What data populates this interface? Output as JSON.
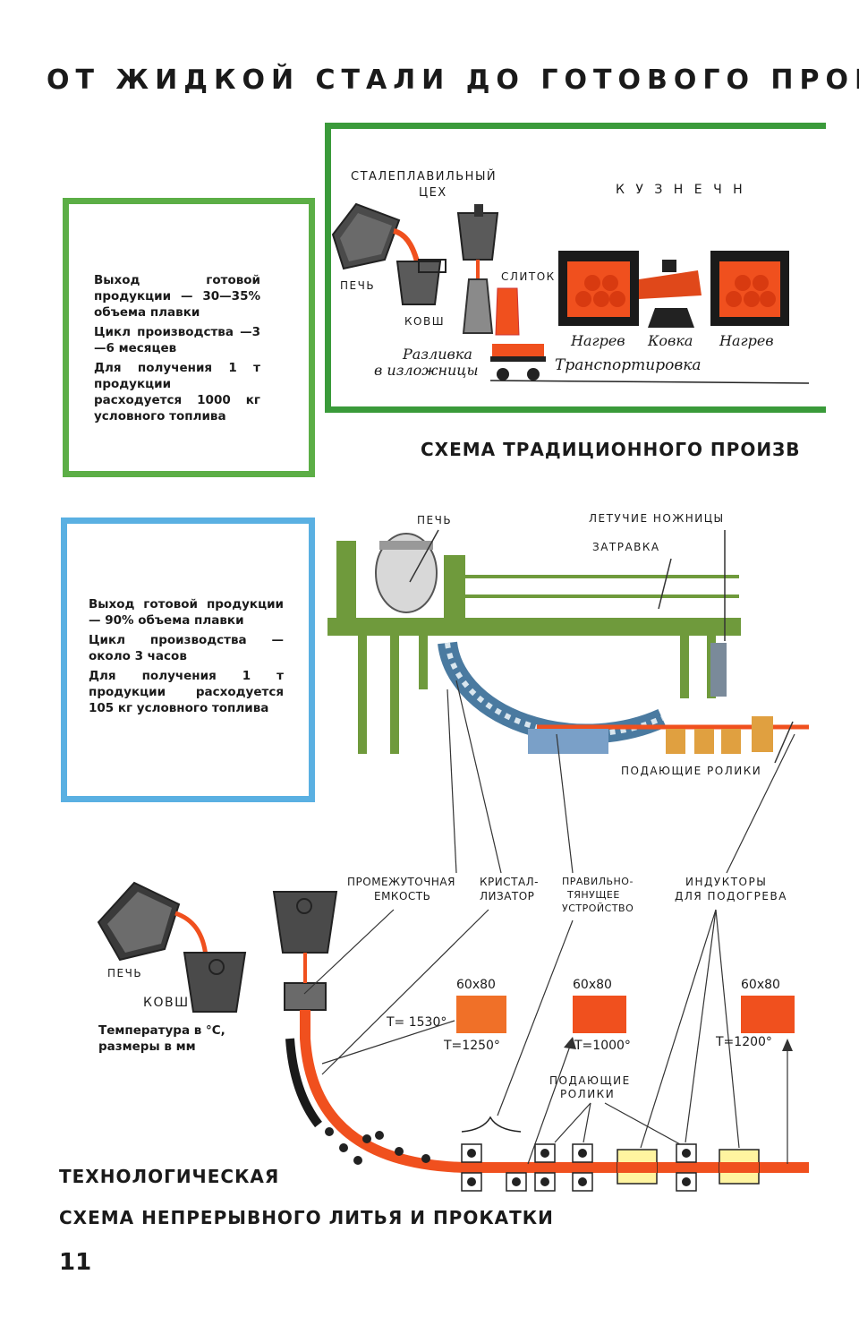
{
  "title": "ОТ ЖИДКОЙ СТАЛИ ДО ГОТОВОГО ПРОК",
  "traditional": {
    "stats": [
      "Выход готовой продукции — 30—35% объема плавки",
      "Цикл производства —3—6 месяцев",
      "Для получения 1 т продукции расходуется 1000 кг условного топлива"
    ],
    "shop_label_1": "СТАЛЕПЛАВИЛЬНЫЙ",
    "shop_label_2": "ЦЕХ",
    "forge_label": "К У З Н Е Ч Н",
    "furnace": "ПЕЧЬ",
    "ladle": "КОВШ",
    "ingot": "СЛИТОК",
    "pour_1": "Разливка",
    "pour_2": "в изложницы",
    "heat_1": "Нагрев",
    "forging": "Ковка",
    "heat_2": "Нагрев",
    "transport": "Транспортировка",
    "caption": "СХЕМА ТРАДИЦИОННОГО ПРОИЗВ"
  },
  "continuous": {
    "stats": [
      "Выход готовой продукции — 90% объема плавки",
      "Цикл производства — около 3 часов",
      "Для получения 1 т продукции расходуется 105 кг условного топлива"
    ],
    "furnace": "ПЕЧЬ",
    "flying_shears": "ЛЕТУЧИЕ НОЖНИЦЫ",
    "dummy_bar": "ЗАТРАВКА",
    "feed_rollers": "ПОДАЮЩИЕ РОЛИКИ"
  },
  "scheme": {
    "tundish_1": "ПРОМЕЖУТОЧНАЯ",
    "tundish_2": "ЕМКОСТЬ",
    "mould_1": "КРИСТАЛ-",
    "mould_2": "ЛИЗАТОР",
    "straightener_1": "ПРАВИЛЬНО-",
    "straightener_2": "ТЯНУЩЕЕ",
    "straightener_3": "УСТРОЙСТВО",
    "inductors_1": "ИНДУКТОРЫ",
    "inductors_2": "ДЛЯ ПОДОГРЕВА",
    "furnace": "ПЕЧЬ",
    "ladle": "КОВШ",
    "legend_1": "Температура в °С,",
    "legend_2": "размеры в мм",
    "size_1": "60х80",
    "size_2": "60х80",
    "size_3": "60х80",
    "t_1530": "Т= 1530°",
    "t_1250": "Т=1250°",
    "t_1000": "Т=1000°",
    "t_1200": "Т=1200°",
    "feed_rollers_1": "ПОДАЮЩИЕ",
    "feed_rollers_2": "РОЛИКИ",
    "caption_1": "ТЕХНОЛОГИЧЕСКАЯ",
    "caption_2": "СХЕМА НЕПРЕРЫВНОГО ЛИТЬЯ И ПРОКАТКИ"
  },
  "page_number": "11",
  "colors": {
    "green": "#5cae46",
    "blue": "#5ab0e2",
    "dark_green": "#3a9a3a",
    "metal": "#f0501e"
  }
}
